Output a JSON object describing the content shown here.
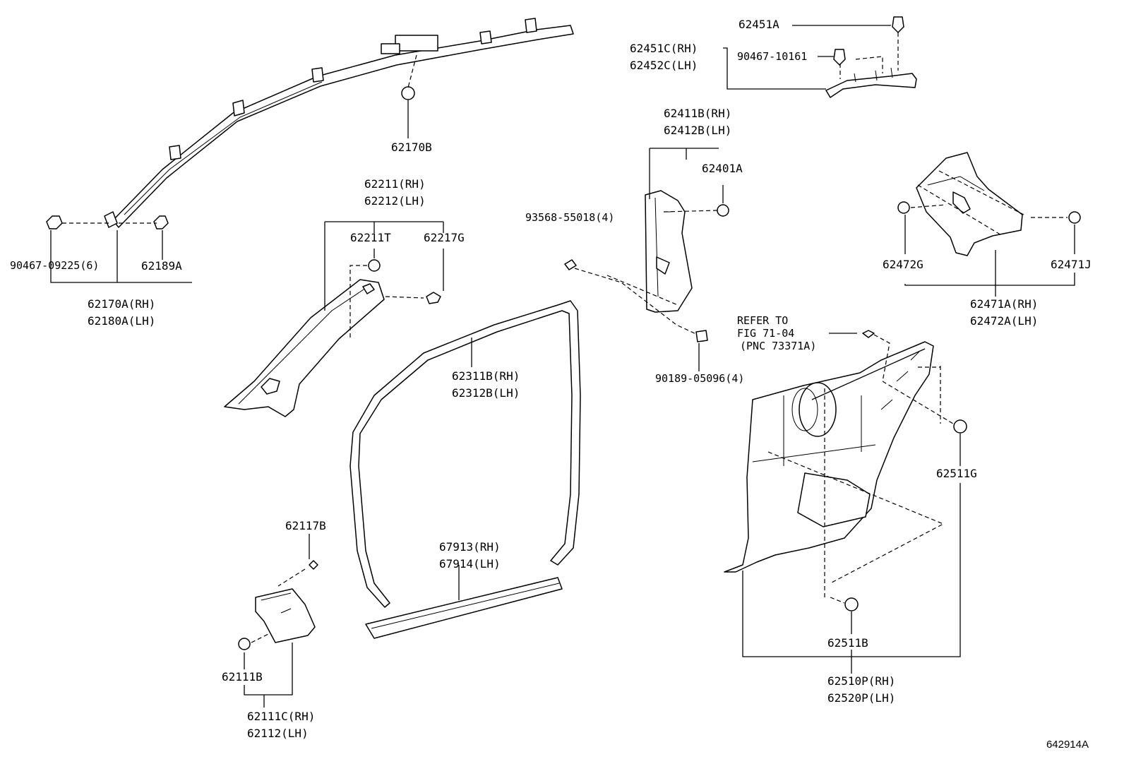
{
  "figure_number": "642914A",
  "parts": {
    "p62451A": "62451A",
    "p62451C": "62451C(RH)",
    "p62452C": "62452C(LH)",
    "p90467_10161": "90467-10161",
    "p62170B": "62170B",
    "p62411B": "62411B(RH)",
    "p62412B": "62412B(LH)",
    "p62401A": "62401A",
    "p62211": "62211(RH)",
    "p62212": "62212(LH)",
    "p62211T": "62211T",
    "p62217G": "62217G",
    "p93568": "93568-55018(4)",
    "p90467_09225": "90467-09225(6)",
    "p62189A": "62189A",
    "p62170A": "62170A(RH)",
    "p62180A": "62180A(LH)",
    "p62472G": "62472G",
    "p62471J": "62471J",
    "p62471A": "62471A(RH)",
    "p62472A": "62472A(LH)",
    "ref_line1": "REFER TO",
    "ref_line2": "FIG 71-04",
    "ref_line3": "(PNC 73371A)",
    "p62311B": "62311B(RH)",
    "p62312B": "62312B(LH)",
    "p90189": "90189-05096(4)",
    "p62511G": "62511G",
    "p62117B": "62117B",
    "p67913": "67913(RH)",
    "p67914": "67914(LH)",
    "p62511B": "62511B",
    "p62111B": "62111B",
    "p62111C": "62111C(RH)",
    "p62112": "62112(LH)",
    "p62510P": "62510P(RH)",
    "p62520P": "62520P(LH)"
  }
}
